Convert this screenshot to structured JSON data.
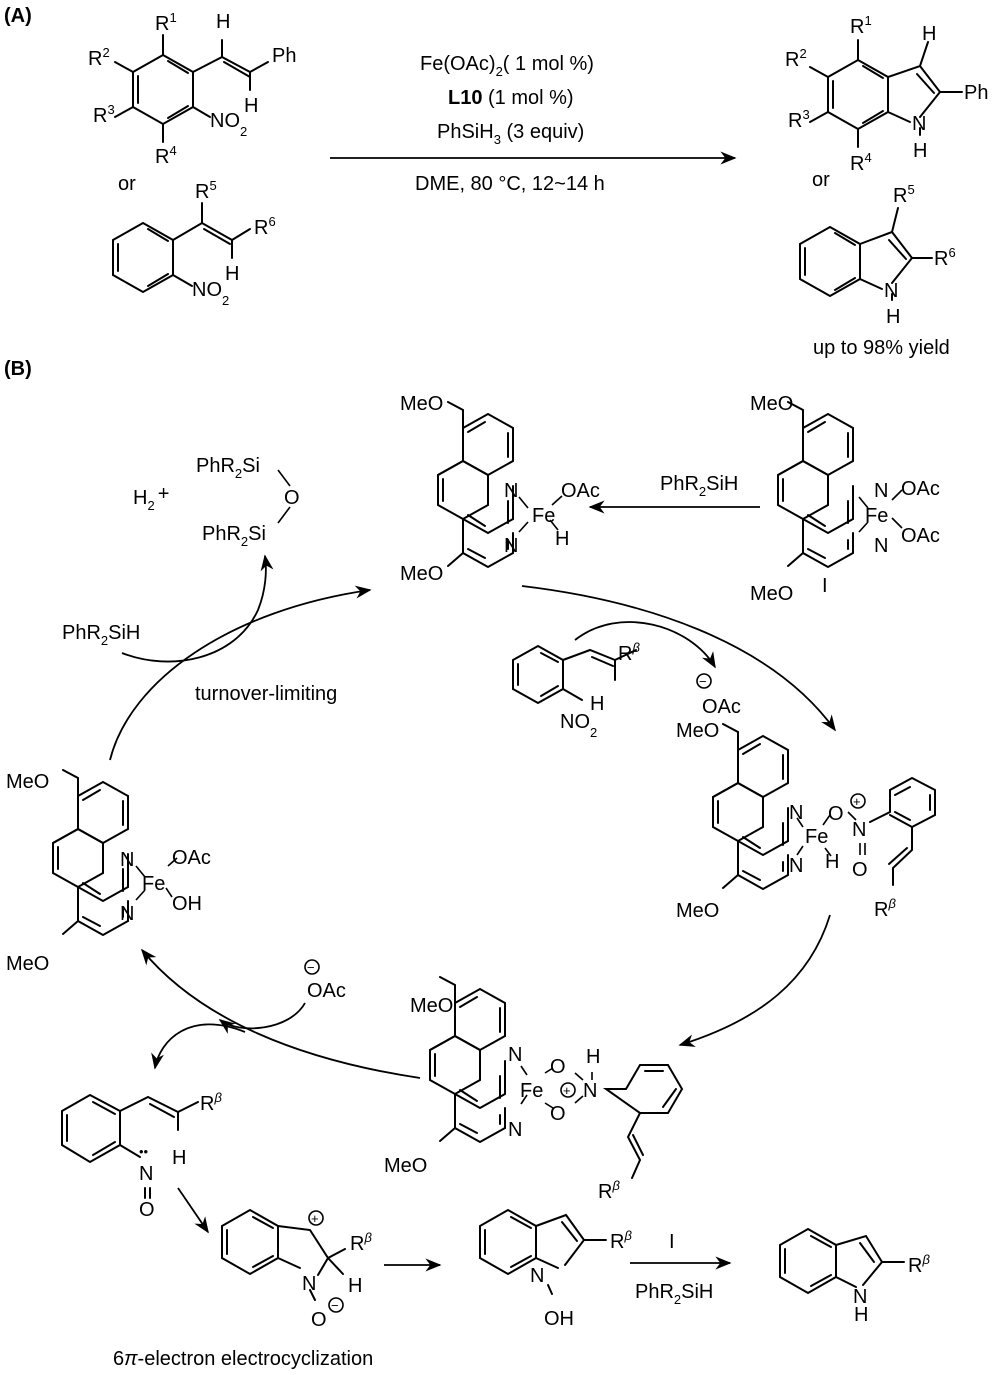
{
  "panels": {
    "a_label": "(A)",
    "b_label": "(B)"
  },
  "scheme_a": {
    "substrate1": {
      "r1": "R",
      "r1_sup": "1",
      "r2": "R",
      "r2_sup": "2",
      "r3": "R",
      "r3_sup": "3",
      "r4": "R",
      "r4_sup": "4",
      "h_top": "H",
      "h_bottom": "H",
      "ph": "Ph",
      "no2": "NO",
      "no2_sub": "2"
    },
    "or1": "or",
    "substrate2": {
      "r5": "R",
      "r5_sup": "5",
      "r6": "R",
      "r6_sup": "6",
      "h": "H",
      "no2": "NO",
      "no2_sub": "2"
    },
    "conditions": {
      "line1_a": "Fe(OAc)",
      "line1_sub": "2",
      "line1_b": "( 1 mol %)",
      "line2_bold": "L10",
      "line2_rest": " (1 mol %)",
      "line3_a": "PhSiH",
      "line3_sub": "3",
      "line3_b": " (3 equiv)",
      "line4": "DME, 80 °C, 12~14 h"
    },
    "product1": {
      "r1": "R",
      "r1_sup": "1",
      "r2": "R",
      "r2_sup": "2",
      "r3": "R",
      "r3_sup": "3",
      "r4": "R",
      "r4_sup": "4",
      "h_top": "H",
      "ph": "Ph",
      "n": "N",
      "nh": "H"
    },
    "or2": "or",
    "product2": {
      "r5": "R",
      "r5_sup": "5",
      "r6": "R",
      "r6_sup": "6",
      "n": "N",
      "nh": "H"
    },
    "yield": "up to 98% yield"
  },
  "scheme_b": {
    "byproducts": {
      "h2_plus": "H",
      "h2_sub": "2",
      "plus": "+",
      "si1": "PhR",
      "si1_sub": "2",
      "si1_b": "Si",
      "o": "O",
      "si2": "PhR",
      "si2_sub": "2",
      "si2_b": "Si"
    },
    "silane_in": {
      "a": "PhR",
      "sub": "2",
      "b": "SiH"
    },
    "turnover_label": "turnover-limiting",
    "fe_hydride": {
      "meo_top": "MeO",
      "meo_bottom": "MeO",
      "n1": "N",
      "n2": "N",
      "fe": "Fe",
      "oac": "OAc",
      "h": "H"
    },
    "activation_reagent": {
      "a": "PhR",
      "sub": "2",
      "b": "SiH"
    },
    "precatalyst": {
      "meo_top": "MeO",
      "meo_bottom": "MeO",
      "n1": "N",
      "n2": "N",
      "fe": "Fe",
      "oac1": "OAc",
      "oac2": "OAc",
      "label": "I"
    },
    "nitro_substrate": {
      "r": "R",
      "r_sup": "β",
      "h": "H",
      "no2": "NO",
      "no2_sub": "2"
    },
    "acetate_out": {
      "charge": "−",
      "oac": "OAc"
    },
    "nitro_complex": {
      "meo_top": "MeO",
      "meo_bottom": "MeO",
      "n1": "N",
      "n2": "N",
      "fe": "Fe",
      "h": "H",
      "o1": "O",
      "n_plus": "N",
      "plus": "+",
      "o2": "O",
      "r": "R",
      "r_sup": "β"
    },
    "fe_hydroxide": {
      "meo_top": "MeO",
      "meo_bottom": "MeO",
      "n1": "N",
      "n2": "N",
      "fe": "Fe",
      "oac": "OAc",
      "oh": "OH"
    },
    "acetate_in": {
      "charge": "−",
      "oac": "OAc"
    },
    "hydroxylamine_complex": {
      "meo_top": "MeO",
      "meo_bottom": "MeO",
      "n1": "N",
      "n2": "N",
      "fe": "Fe",
      "o1": "O",
      "o2": "O",
      "plus": "+",
      "n": "N",
      "h": "H",
      "r": "R",
      "r_sup": "β"
    },
    "nitroso": {
      "r": "R",
      "r_sup": "β",
      "h": "H",
      "n": "N",
      "o": "O",
      "dots": "••"
    },
    "cyclized": {
      "plus": "+",
      "r": "R",
      "r_sup": "β",
      "h": "H",
      "n": "N",
      "o": "O",
      "minus": "−"
    },
    "cyclization_label_a": "6",
    "cyclization_label_pi": "π",
    "cyclization_label_b": "-electron electrocyclization",
    "n_hydroxyindole": {
      "r": "R",
      "r_sup": "β",
      "n": "N",
      "oh": "OH"
    },
    "reduction_conditions": {
      "top": "I",
      "bottom_a": "PhR",
      "bottom_sub": "2",
      "bottom_b": "SiH"
    },
    "indole_product": {
      "r": "R",
      "r_sup": "β",
      "n": "N",
      "h": "H"
    }
  }
}
